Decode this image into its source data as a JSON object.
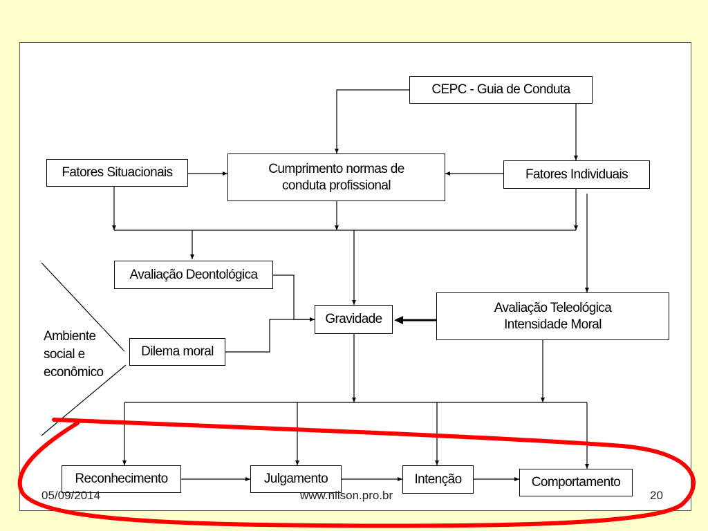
{
  "boxes": {
    "cepc": "CEPC - Guia de Conduta",
    "cumprimento": "Cumprimento normas de\nconduta profissional",
    "fatores_situacionais": "Fatores Situacionais",
    "fatores_individuais": "Fatores Individuais",
    "avaliacao_deontologica": "Avaliação Deontológica",
    "gravidade": "Gravidade",
    "avaliacao_teleologica": "Avaliação Teleológica\nIntensidade Moral",
    "dilema_moral": "Dilema moral",
    "reconhecimento": "Reconhecimento",
    "julgamento": "Julgamento",
    "intencao": "Intenção",
    "comportamento": "Comportamento"
  },
  "side_label": "Ambiente\nsocial e\neconômico",
  "footer": {
    "date": "05/09/2014",
    "url": "www.nilson.pro.br",
    "page": "20"
  },
  "colors": {
    "background": "#ffffcc",
    "highlight": "#ff0000",
    "line": "#000000"
  }
}
